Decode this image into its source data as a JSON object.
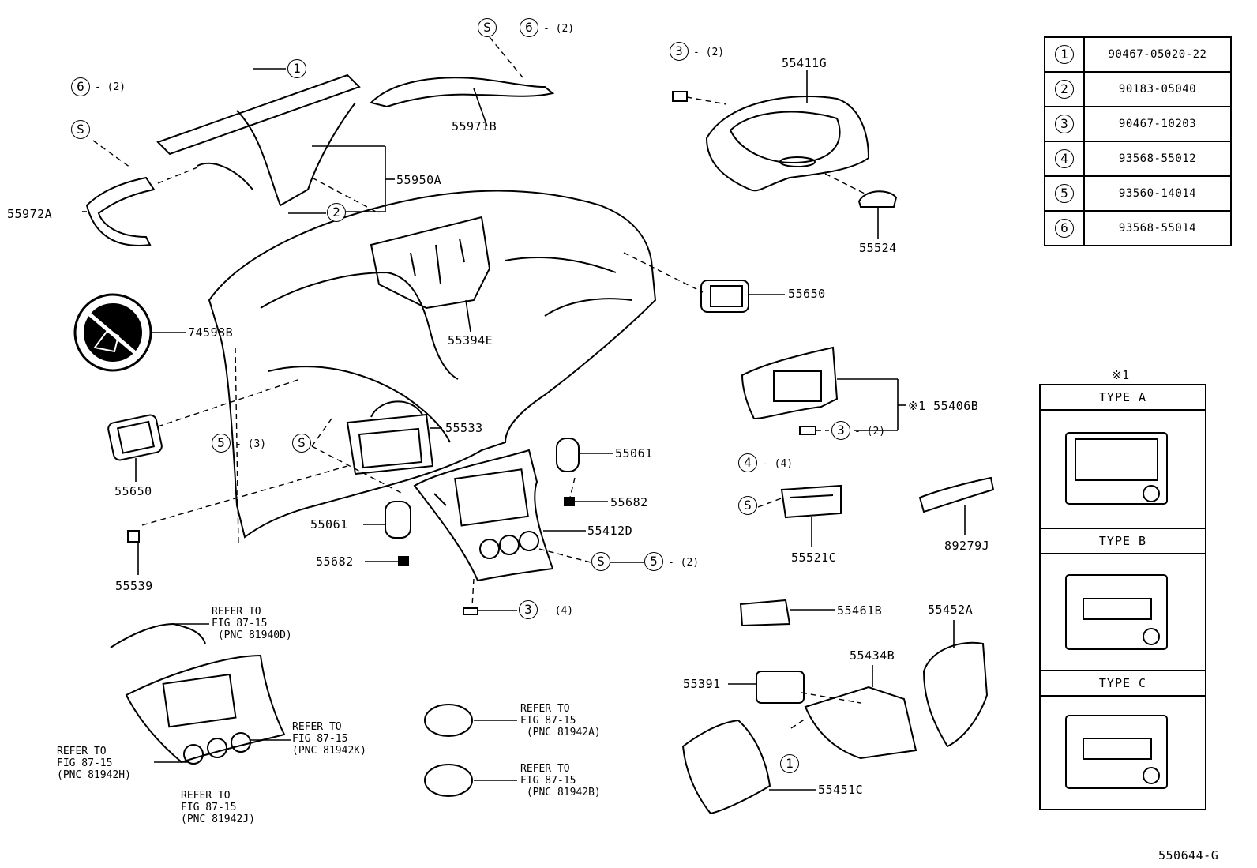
{
  "parts_table": [
    {
      "ref": "1",
      "part_no": "90467-05020-22"
    },
    {
      "ref": "2",
      "part_no": "90183-05040"
    },
    {
      "ref": "3",
      "part_no": "90467-10203"
    },
    {
      "ref": "4",
      "part_no": "93568-55012"
    },
    {
      "ref": "5",
      "part_no": "93560-14014"
    },
    {
      "ref": "6",
      "part_no": "93568-55014"
    }
  ],
  "labels": {
    "p55971B": "55971B",
    "p55950A": "55950A",
    "p55972A": "55972A",
    "p55411G": "55411G",
    "p55524": "55524",
    "p55650_right": "55650",
    "p74598B": "74598B",
    "p55394E": "55394E",
    "p55533": "55533",
    "p55650_left": "55650",
    "p55061_right": "55061",
    "p55682_right": "55682",
    "p55061_left": "55061",
    "p55412D": "55412D",
    "p55682_left": "55682",
    "p55539": "55539",
    "p55406B": "※1 55406B",
    "p55521C": "55521C",
    "p89279J": "89279J",
    "p55461B": "55461B",
    "p55452A": "55452A",
    "p55434B": "55434B",
    "p55391": "55391",
    "p55451C": "55451C",
    "figure_code": "550644-G"
  },
  "callouts": {
    "c1_top": "1",
    "c6_top": "6",
    "c6_top_qty": "- (2)",
    "c6_left": "6",
    "c6_left_qty": "- (2)",
    "c2": "2",
    "c3_top": "3",
    "c3_top_qty": "- (2)",
    "c5_left": "5",
    "c5_left_qty": "- (3)",
    "c3_mid": "3",
    "c3_mid_qty": "- (2)",
    "c4": "4",
    "c4_qty": "- (4)",
    "c5_right": "5",
    "c5_right_qty": "- (2)",
    "c3_bottom": "3",
    "c3_bottom_qty": "- (4)",
    "c1_bottom": "1",
    "s_letter": "S"
  },
  "refer_notes": {
    "r81940D": "REFER TO\nFIG 87-15\n (PNC 81940D)",
    "r81942K": "REFER TO\nFIG 87-15\n(PNC 81942K)",
    "r81942H": "REFER TO\nFIG 87-15\n(PNC 81942H)",
    "r81942J": "REFER TO\nFIG 87-15\n(PNC 81942J)",
    "r81942A": "REFER TO\nFIG 87-15\n (PNC 81942A)",
    "r81942B": "REFER TO\nFIG 87-15\n (PNC 81942B)"
  },
  "type_box": {
    "marker": "※1",
    "types": [
      "TYPE A",
      "TYPE B",
      "TYPE C"
    ]
  }
}
